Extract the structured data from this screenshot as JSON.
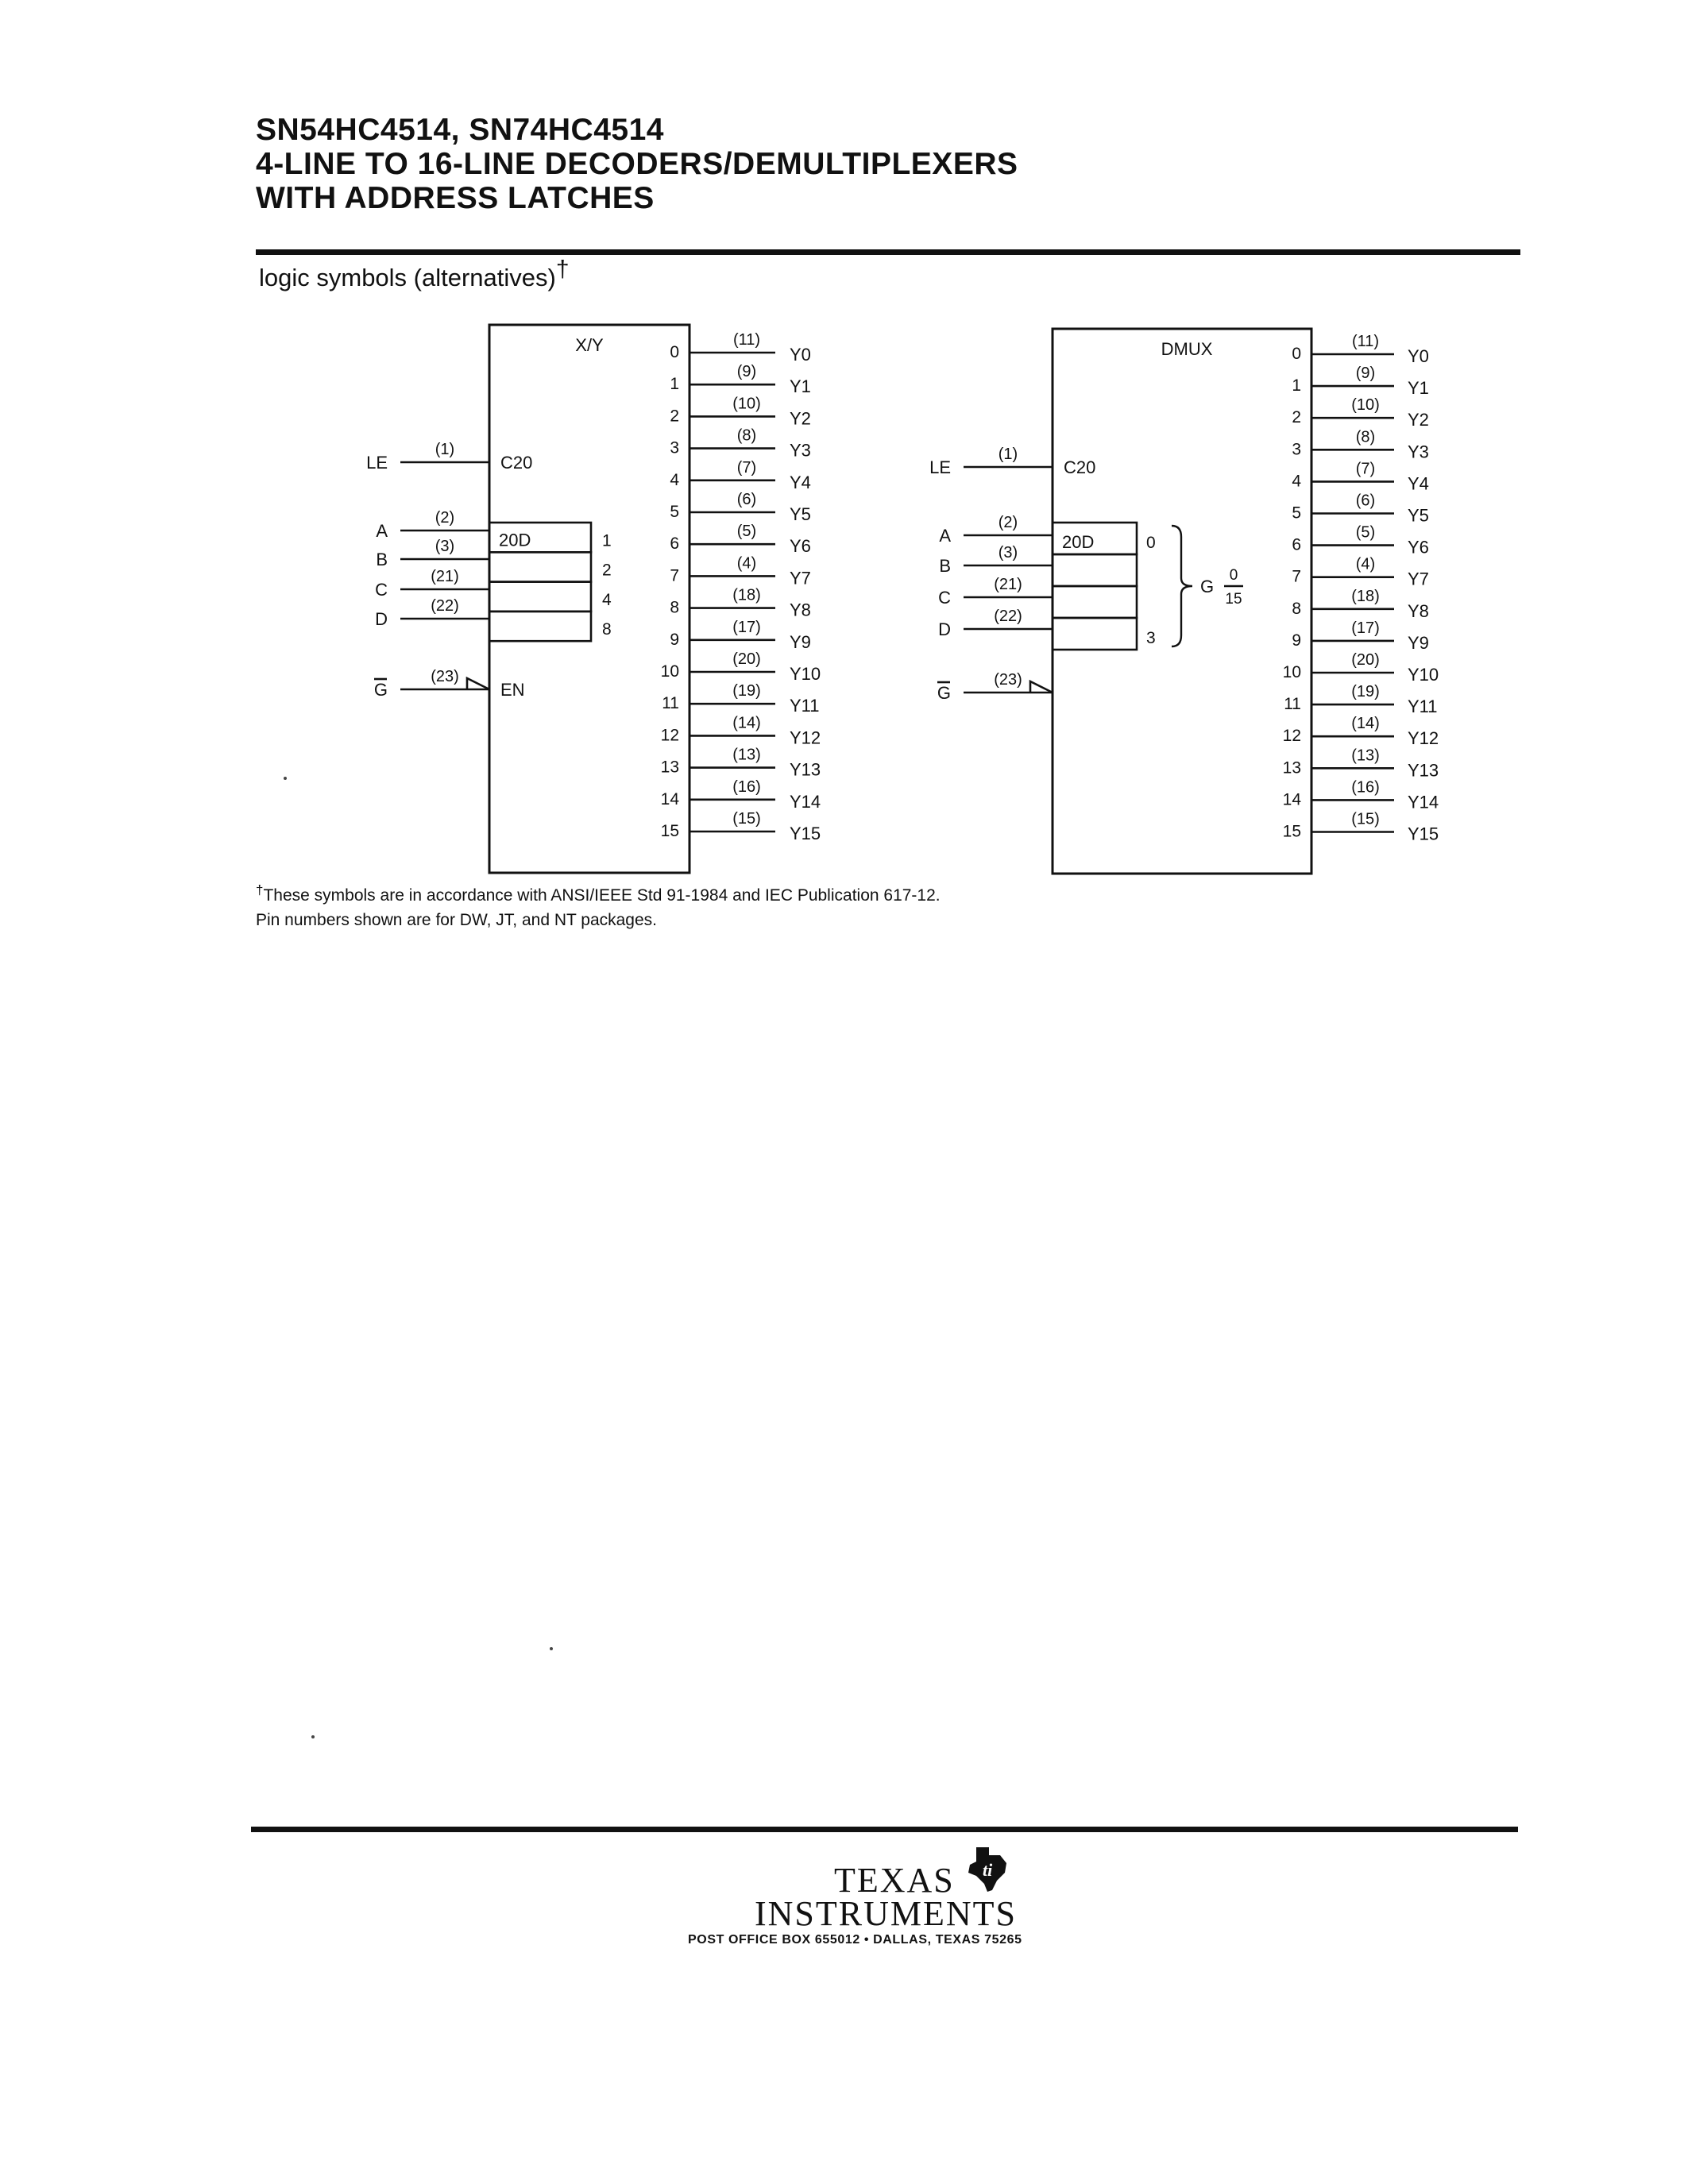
{
  "header": {
    "line1": "SN54HC4514, SN74HC4514",
    "line2": "4-LINE TO 16-LINE DECODERS/DEMULTIPLEXERS",
    "line3": "WITH ADDRESS LATCHES"
  },
  "section": {
    "heading": "logic symbols (alternatives)",
    "dagger": "†"
  },
  "symbols": [
    {
      "id": "xy",
      "name": "X/Y",
      "latch": "C20",
      "data_label": "20D",
      "weights": [
        "1",
        "2",
        "4",
        "8"
      ],
      "enable": "EN"
    },
    {
      "id": "dmux",
      "name": "DMUX",
      "latch": "C20",
      "data_label": "20D",
      "range_low": "0",
      "range_high": "3",
      "group": "G",
      "group_num": "0",
      "group_den": "15"
    }
  ],
  "inputs": [
    {
      "name": "LE",
      "pin": "(1)"
    },
    {
      "name": "A",
      "pin": "(2)"
    },
    {
      "name": "B",
      "pin": "(3)"
    },
    {
      "name": "C",
      "pin": "(21)"
    },
    {
      "name": "D",
      "pin": "(22)"
    },
    {
      "name": "G",
      "pin": "(23)"
    }
  ],
  "outputs": [
    {
      "idx": "0",
      "pin": "(11)",
      "name": "Y0"
    },
    {
      "idx": "1",
      "pin": "(9)",
      "name": "Y1"
    },
    {
      "idx": "2",
      "pin": "(10)",
      "name": "Y2"
    },
    {
      "idx": "3",
      "pin": "(8)",
      "name": "Y3"
    },
    {
      "idx": "4",
      "pin": "(7)",
      "name": "Y4"
    },
    {
      "idx": "5",
      "pin": "(6)",
      "name": "Y5"
    },
    {
      "idx": "6",
      "pin": "(5)",
      "name": "Y6"
    },
    {
      "idx": "7",
      "pin": "(4)",
      "name": "Y7"
    },
    {
      "idx": "8",
      "pin": "(18)",
      "name": "Y8"
    },
    {
      "idx": "9",
      "pin": "(17)",
      "name": "Y9"
    },
    {
      "idx": "10",
      "pin": "(20)",
      "name": "Y10"
    },
    {
      "idx": "11",
      "pin": "(19)",
      "name": "Y11"
    },
    {
      "idx": "12",
      "pin": "(14)",
      "name": "Y12"
    },
    {
      "idx": "13",
      "pin": "(13)",
      "name": "Y13"
    },
    {
      "idx": "14",
      "pin": "(16)",
      "name": "Y14"
    },
    {
      "idx": "15",
      "pin": "(15)",
      "name": "Y15"
    }
  ],
  "footnote": {
    "mark": "†",
    "line1": "These symbols are in accordance with ANSI/IEEE Std 91-1984 and IEC Publication 617-12.",
    "line2": "Pin numbers shown are for DW, JT, and NT packages."
  },
  "footer": {
    "logo_line1": "TEXAS",
    "logo_line2": "INSTRUMENTS",
    "address": "POST OFFICE BOX 655012 • DALLAS, TEXAS 75265"
  }
}
